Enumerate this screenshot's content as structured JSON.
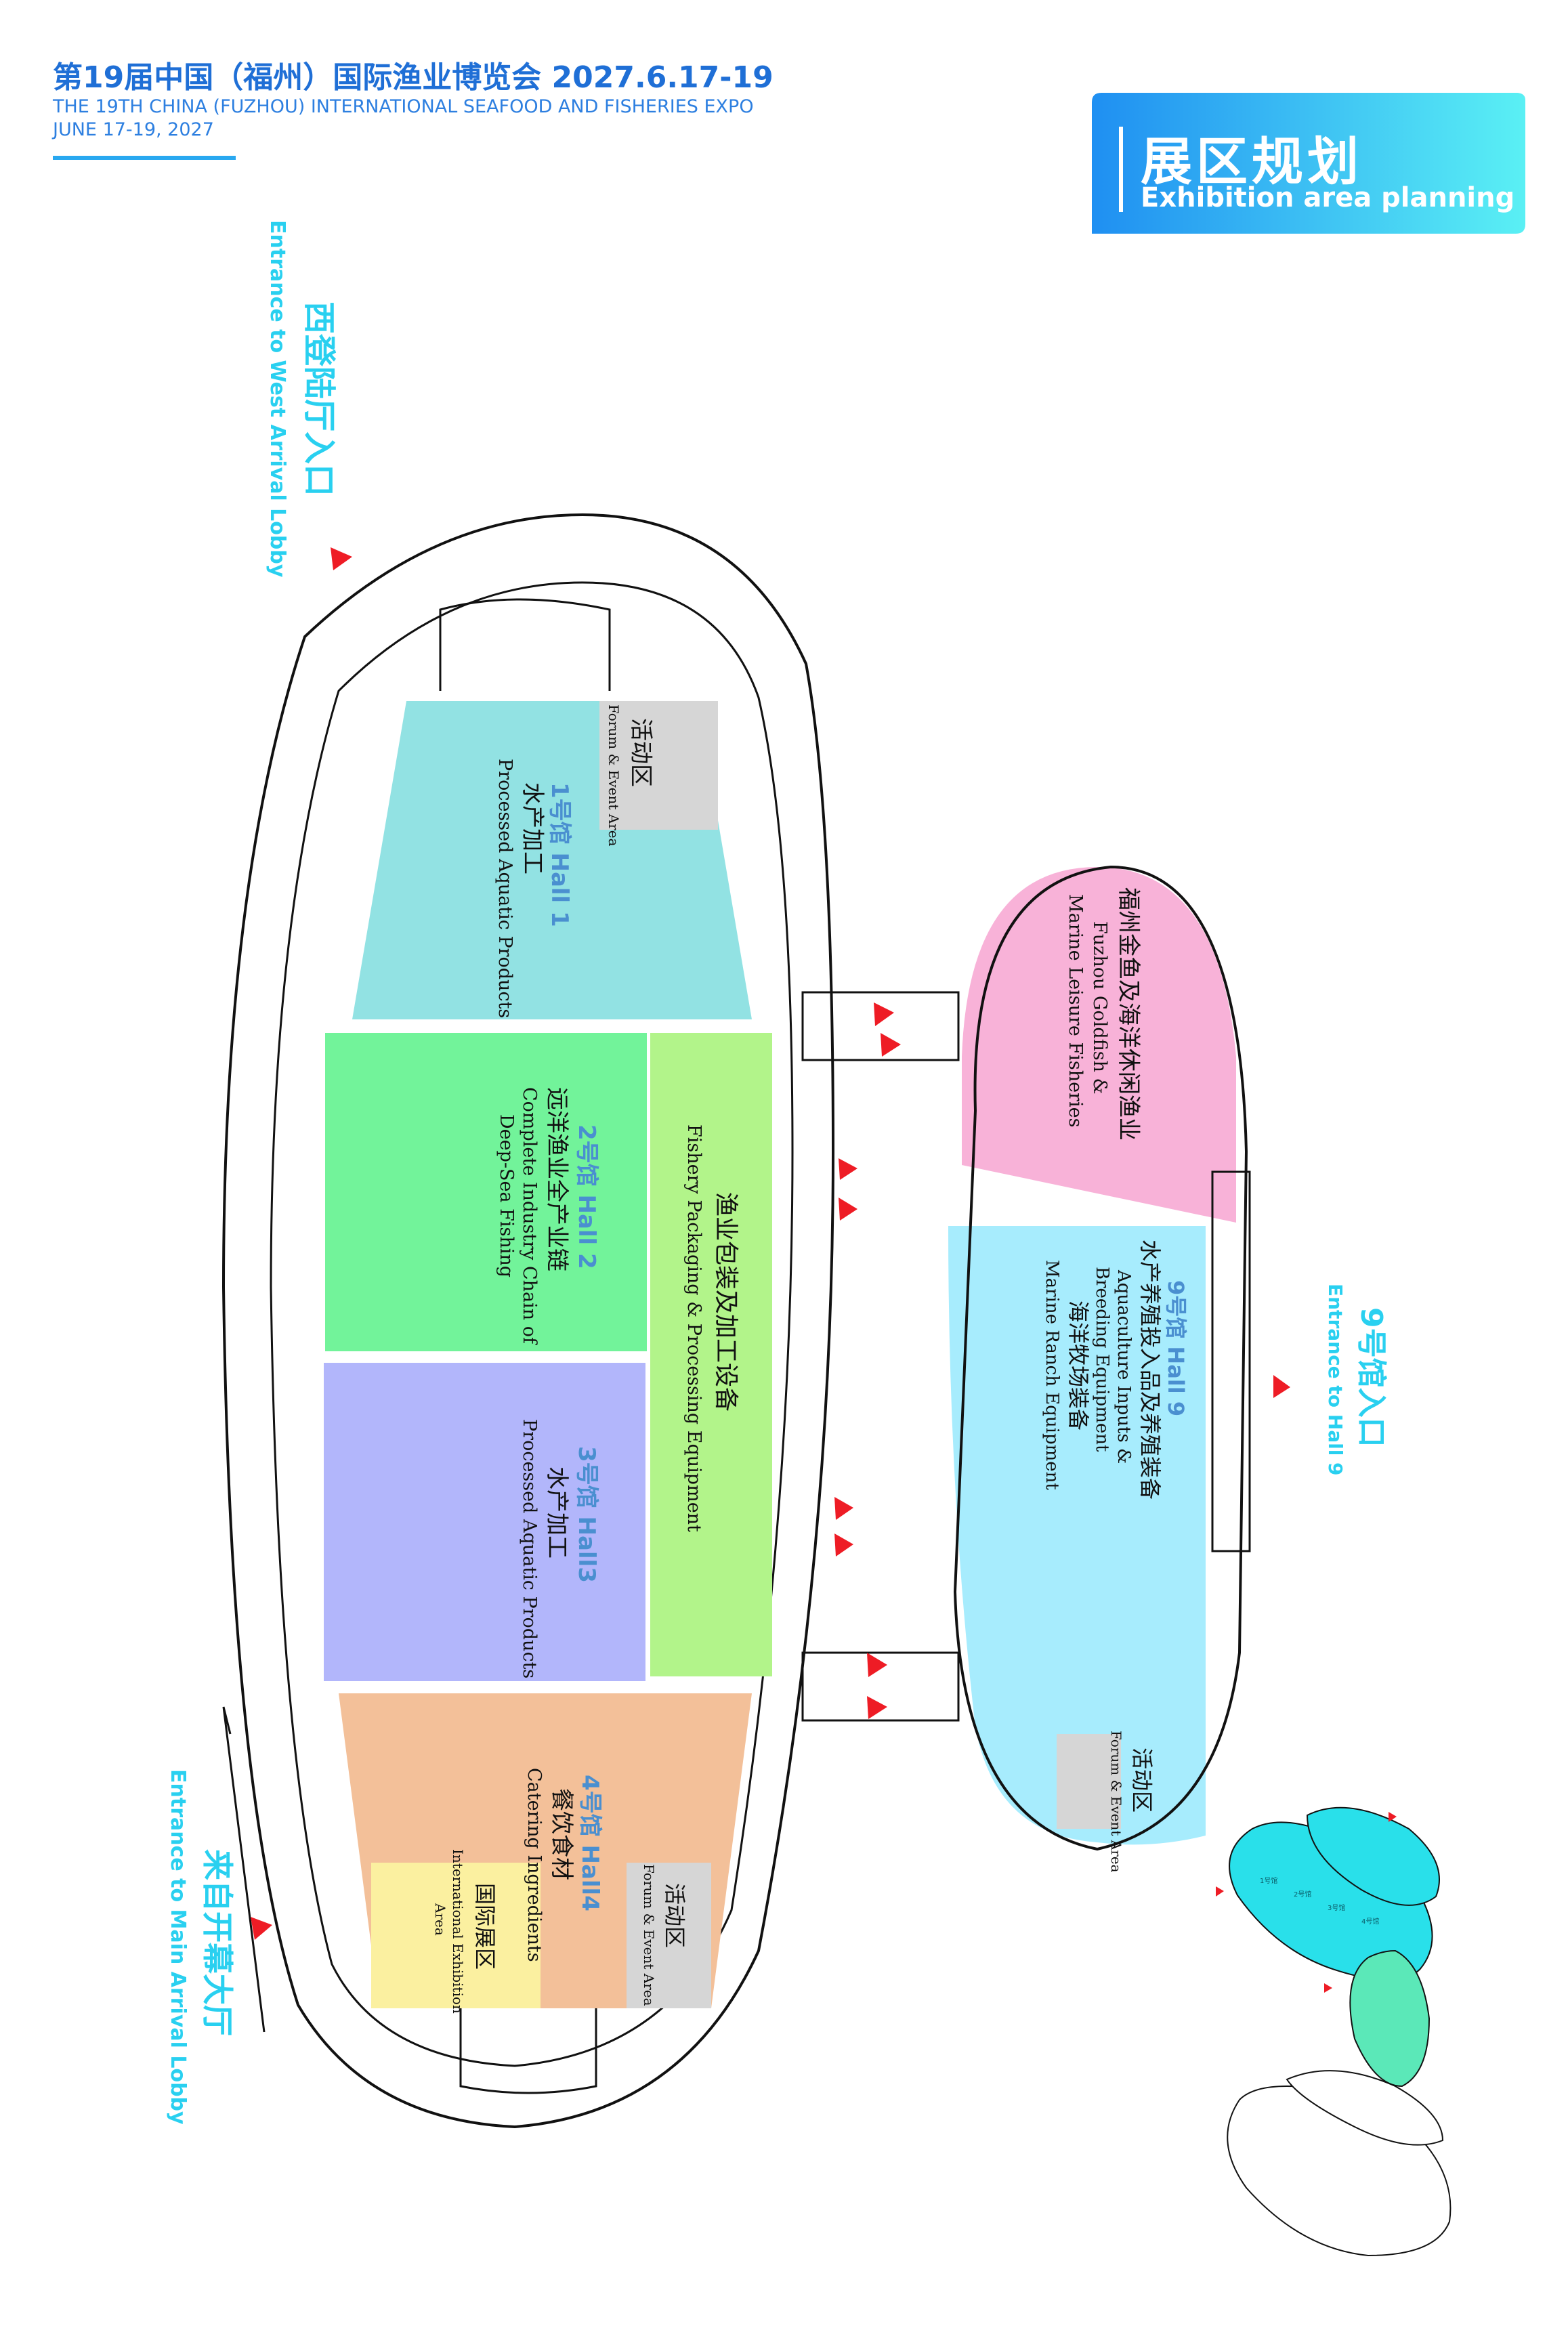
{
  "header": {
    "title": "第19届中国（福州）国际渔业博览会 2027.6.17-19",
    "subtitle_en": "THE 19TH CHINA (FUZHOU) INTERNATIONAL SEAFOOD AND FISHERIES EXPO",
    "date_en": "JUNE 17-19, 2027"
  },
  "badge": {
    "title_cn": "展区规划",
    "title_en": "Exhibition area planning"
  },
  "colors": {
    "accent_blue": "#1f6fd6",
    "cyan": "#29d0f0",
    "entrance_marker": "#ee1c25",
    "hall1": "#92e2e3",
    "hall2": "#72f39a",
    "fishery_packaging": "#b2f48a",
    "hall3": "#b2b6fb",
    "hall4": "#f3c099",
    "international": "#fbf0a0",
    "event_area": "#d6d6d6",
    "hall9_leisure": "#f8b2d8",
    "hall9_aqua": "#a7ecfd"
  },
  "entrances": {
    "west": {
      "cn": "西登陆厅入口",
      "en": "Entrance to West Arrival Lobby"
    },
    "hall9": {
      "cn": "9号馆入口",
      "en": "Entrance to Hall 9"
    },
    "main": {
      "cn": "来自开幕大厅",
      "en": "Entrance to Main Arrival Lobby"
    }
  },
  "halls": {
    "hall1": {
      "name": "1号馆 Hall 1",
      "cn": "水产加工",
      "en": "Processed Aquatic Products"
    },
    "hall2": {
      "name": "2号馆 Hall 2",
      "cn": "远洋渔业全产业链",
      "en1": "Complete Industry Chain of",
      "en2": "Deep-Sea Fishing"
    },
    "packaging": {
      "cn": "渔业包装及加工设备",
      "en": "Fishery Packaging & Processing Equipment"
    },
    "hall3": {
      "name": "3号馆 Hall3",
      "cn": "水产加工",
      "en": "Processed Aquatic Products"
    },
    "hall4": {
      "name": "4号馆 Hall4",
      "cn": "餐饮食材",
      "en": "Catering Ingredients"
    },
    "international": {
      "cn": "国际展区",
      "en1": "International Exhibition",
      "en2": "Area"
    },
    "event": {
      "cn": "活动区",
      "en": "Forum & Event Area"
    },
    "hall9_leisure": {
      "cn": "福州金鱼及海洋休闲渔业",
      "en1": "Fuzhou Goldfish &",
      "en2": "Marine Leisure Fisheries"
    },
    "hall9": {
      "name": "9号馆 Hall 9",
      "cn1": "水产养殖投入品及养殖装备",
      "en1": "Aquaculture Inputs &",
      "en2": "Breeding Equipment",
      "cn2": "海洋牧场装备",
      "en3": "Marine Ranch Equipment"
    }
  },
  "minimap": {
    "labels": [
      "1号馆",
      "2号馆",
      "3号馆",
      "4号馆"
    ]
  }
}
